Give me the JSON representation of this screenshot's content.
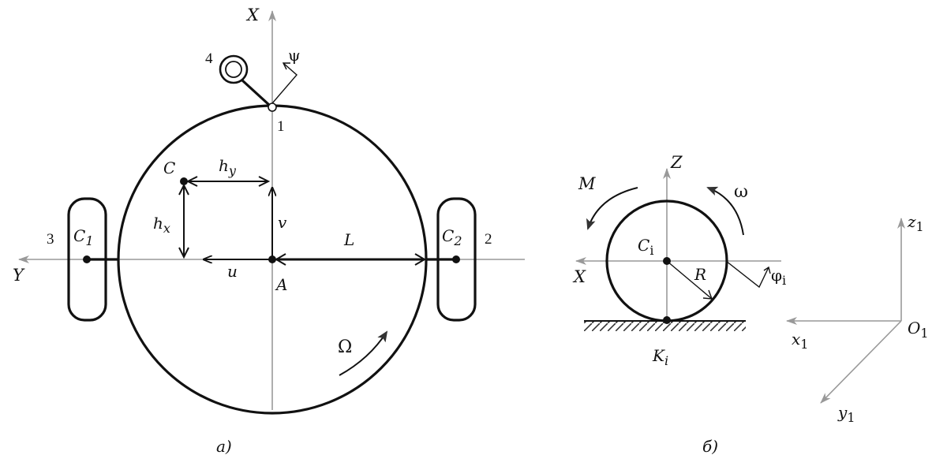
{
  "diagram": {
    "panel_a": {
      "caption": "a)",
      "axis_x": "X",
      "axis_y": "Y",
      "psi": "ψ",
      "part_1": "1",
      "part_2": "2",
      "part_3": "3",
      "part_4": "4",
      "point_c": "C",
      "point_a": "A",
      "c1_main": "C",
      "c1_sub": "1",
      "c2_main": "C",
      "c2_sub": "2",
      "h_y_main": "h",
      "h_y_sub": "y",
      "h_x_main": "h",
      "h_x_sub": "x",
      "v": "v",
      "u": "u",
      "L": "L",
      "omega_big": "Ω"
    },
    "panel_b": {
      "caption": "б)",
      "axis_z": "Z",
      "axis_x": "X",
      "moment": "M",
      "omega": "ω",
      "ci_main": "C",
      "ci_sub": "i",
      "radius": "R",
      "phi_main": "φ",
      "phi_sub": "i",
      "ki_main": "K",
      "ki_sub": "i"
    },
    "frame": {
      "z1_main": "z",
      "z1_sub": "1",
      "x1_main": "x",
      "x1_sub": "1",
      "y1_main": "y",
      "y1_sub": "1",
      "o1_main": "O",
      "o1_sub": "1"
    }
  }
}
